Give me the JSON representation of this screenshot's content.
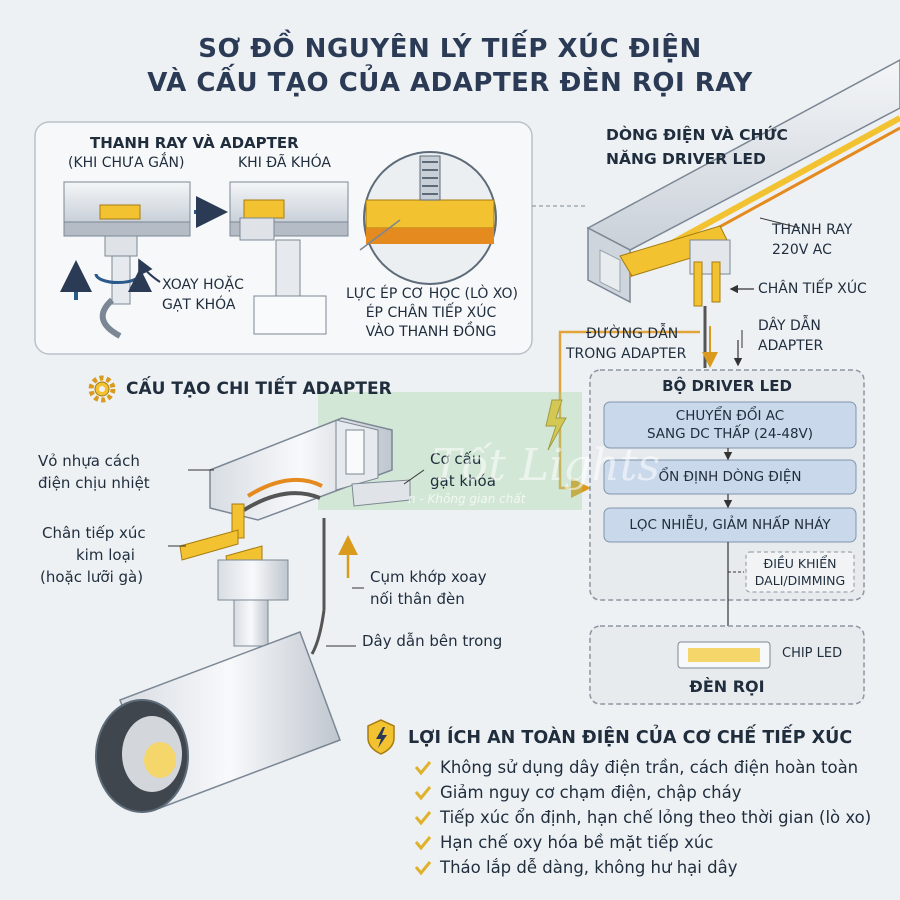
{
  "title": {
    "line1": "SƠ ĐỒ NGUYÊN LÝ TIẾP XÚC ĐIỆN",
    "line2": "VÀ CẤU TẠO CỦA ADAPTER ĐÈN RỌI RAY"
  },
  "inset": {
    "heading": "THANH RAY VÀ ADAPTER",
    "sub_before": "(KHI CHƯA GẮN)",
    "sub_after": "KHI ĐÃ KHÓA",
    "rotate_line1": "XOAY HOẶC",
    "rotate_line2": "GẠT KHÓA",
    "force_line1": "LỰC ÉP CƠ HỌC (LÒ XO)",
    "force_line2": "ÉP CHÂN TIẾP XÚC",
    "force_line3": "VÀO THANH ĐỒNG"
  },
  "flow": {
    "heading_line1": "DÒNG ĐIỆN VÀ CHỨC",
    "heading_line2": "NĂNG DRIVER LED",
    "rail_line1": "THANH RAY",
    "rail_line2": "220V AC",
    "contact_pin": "CHÂN TIẾP XÚC",
    "wire_line1": "DÂY DẪN",
    "wire_line2": "ADAPTER",
    "path_line1": "ĐƯỜNG DẪN",
    "path_line2": "TRONG ADAPTER"
  },
  "driver": {
    "title": "BỘ DRIVER LED",
    "steps": [
      {
        "line1": "CHUYỂN ĐỔI AC",
        "line2": "SANG DC THẤP (24-48V)"
      },
      {
        "line1": "ỔN ĐỊNH DÒNG ĐIỆN",
        "line2": ""
      },
      {
        "line1": "LỌC NHIỄU, GIẢM NHẤP NHÁY",
        "line2": ""
      }
    ],
    "dali_line1": "ĐIỀU KHIỂN",
    "dali_line2": "DALI/DIMMING"
  },
  "lamp": {
    "chip": "CHIP LED",
    "title": "ĐÈN RỌI"
  },
  "detail": {
    "heading": "CẤU TẠO CHI TIẾT ADAPTER",
    "housing_line1": "Vỏ nhựa cách",
    "housing_line2": "điện chịu nhiệt",
    "pins_line1": "Chân tiếp xúc",
    "pins_line2": "kim loại",
    "pins_line3": "(hoặc lưỡi gà)",
    "lock_line1": "Cơ cấu",
    "lock_line2": "gạt khóa",
    "joint_line1": "Cụm khớp xoay",
    "joint_line2": "nối thân đèn",
    "inner_wire": "Dây dẫn bên trong"
  },
  "watermark": {
    "brand": "Tốt Lights",
    "tagline": "n - Không gian chất"
  },
  "benefits": {
    "heading": "LỢI ÍCH AN TOÀN ĐIỆN CỦA CƠ CHẾ TIẾP XÚC",
    "items": [
      "Không sử dụng dây điện trần, cách điện hoàn toàn",
      "Giảm nguy cơ chạm điện, chập cháy",
      "Tiếp xúc ổn định, hạn chế lỏng theo thời gian (lò xo)",
      "Hạn chế oxy hóa bề mặt tiếp xúc",
      "Tháo lắp dễ dàng, không hư hại dây"
    ]
  },
  "colors": {
    "title": "#2b3a55",
    "accent_yellow": "#f2c230",
    "box_blue": "#c9d8ea",
    "check_yellow": "#e0b12a"
  }
}
